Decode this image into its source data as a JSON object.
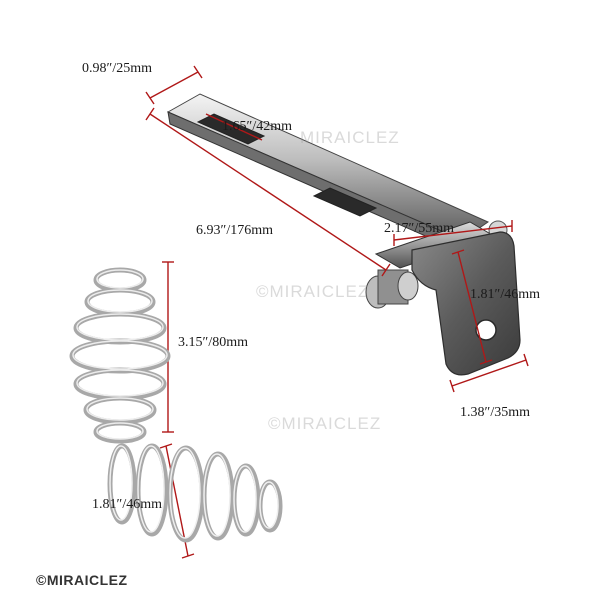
{
  "dimensions": {
    "bracket_width": "0.98″/25mm",
    "slot_length": "1.65″/42mm",
    "bracket_length": "6.93″/176mm",
    "mount_width": "2.17″/55mm",
    "tab_height": "1.81″/46mm",
    "tab_width": "1.38″/35mm",
    "spring_height": "3.15″/80mm",
    "spring_diameter": "1.81″/46mm"
  },
  "watermark": {
    "text_top": "MIRAICLEZ",
    "text_mid": "©MIRAICLEZ",
    "text_low": "©MIRAICLEZ"
  },
  "copyright": "©MIRAICLEZ",
  "colors": {
    "dimension_line": "#b01818",
    "metal_light": "#e6e6e6",
    "metal_dark": "#4a4a4a",
    "spring_chrome": "#c8c8c8"
  }
}
